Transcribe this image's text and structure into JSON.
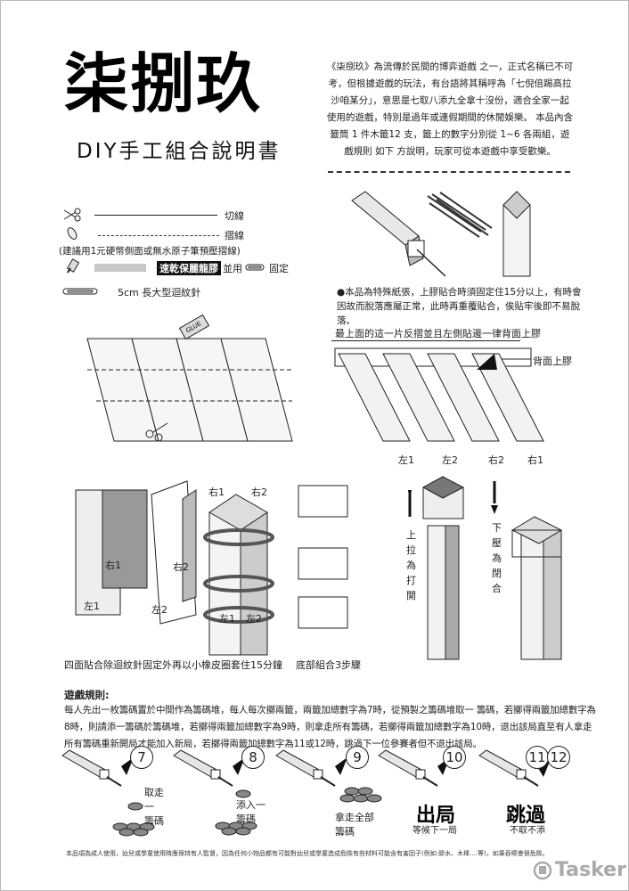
{
  "header": {
    "title": "柒捌玖",
    "subtitle": "DIY手工組合說明書",
    "intro": "《柒捌玖》為流傳於民間的博弈遊戲 之一，正式名稱已不可考，但根據遊戲的玩法，有台語將其稱呼為「七倪倍踢高拉沙咱某分」，意思是七取八添九全拿十沒份，適合全家一起使用的遊戲，特別是過年或連假期間的休閒娛樂。 本品內含籤筒 1 件木籤12 支，籤上的數字分別從 1~6 各兩組，遊戲規則 如下 方說明，玩家可從本遊戲中享受歡樂。"
  },
  "legend": {
    "cut_line": "切線",
    "fold_line": "摺線",
    "fold_tip": "(建議用1元硬幣側面或無水原子筆預壓摺線)",
    "glue_badge": "速乾保麗龍膠",
    "glue_and": "並用",
    "glue_fix": "固定",
    "clip": "5cm 長大型迴紋針"
  },
  "note": "●本品為特殊紙張，上膠貼合時須固定住15分以上，有時會因故而脫落應屬正常，此時再重覆貼合，俟貼牢後即不易脫落。",
  "step_top": {
    "instruction": "最上面的這一片反摺並且左側貼邊一律背面上膠",
    "back_glue": "背面上膠",
    "strip_labels": [
      "左1",
      "左2",
      "右2",
      "右1"
    ],
    "glue_tag": "GLUE"
  },
  "assembly": {
    "labels": {
      "r1": "右1",
      "r2": "右2",
      "l1": "左1",
      "l2": "左2"
    },
    "caption_left": "四面貼合除迴紋針固定外再以小橡皮圈套住15分鐘",
    "caption_bottom": "底部組合3步驟",
    "pull_up": "上拉為打開",
    "push_down": "下壓為閉合"
  },
  "rules": {
    "title": "遊戲規則:",
    "text": "每人先出一枚籌碼置於中間作為籌碼堆，每人每次擲兩籤，兩籤加總數字為7時，從預製之籌碼堆取一 籌碼，若擲得兩籤加總數字為8時，則請添一籌碼於籌碼堆，若擲得兩籤加總數字為9時，則拿走所有籌碼，若擲得兩籤加總數字為10時，退出該局直至有人拿走所有籌碼重新開局才能加入新局，若擲得兩籤加總數字為11或12時，跳過下一位參賽者但不退出該局。"
  },
  "outcomes": [
    {
      "num": "7",
      "label": "取走一 籌碼"
    },
    {
      "num": "8",
      "label": "添入一 籌碼"
    },
    {
      "num": "9",
      "label": "拿走全部 籌碼"
    },
    {
      "num": "10",
      "big": "出局",
      "label": "等候下一局"
    },
    {
      "num": "11",
      "num2": "12",
      "big": "跳過",
      "label": "不取不添"
    }
  ],
  "footer": "本品項為成人使用，幼兒或學童使用時應保持有人監督，因為任何小物品都有可能對幼兒或學童造成危險有些材料可能含有害因子(例如:膠水、木棒....等)，如果吞嚥會很危險。",
  "watermark": "Tasker"
}
